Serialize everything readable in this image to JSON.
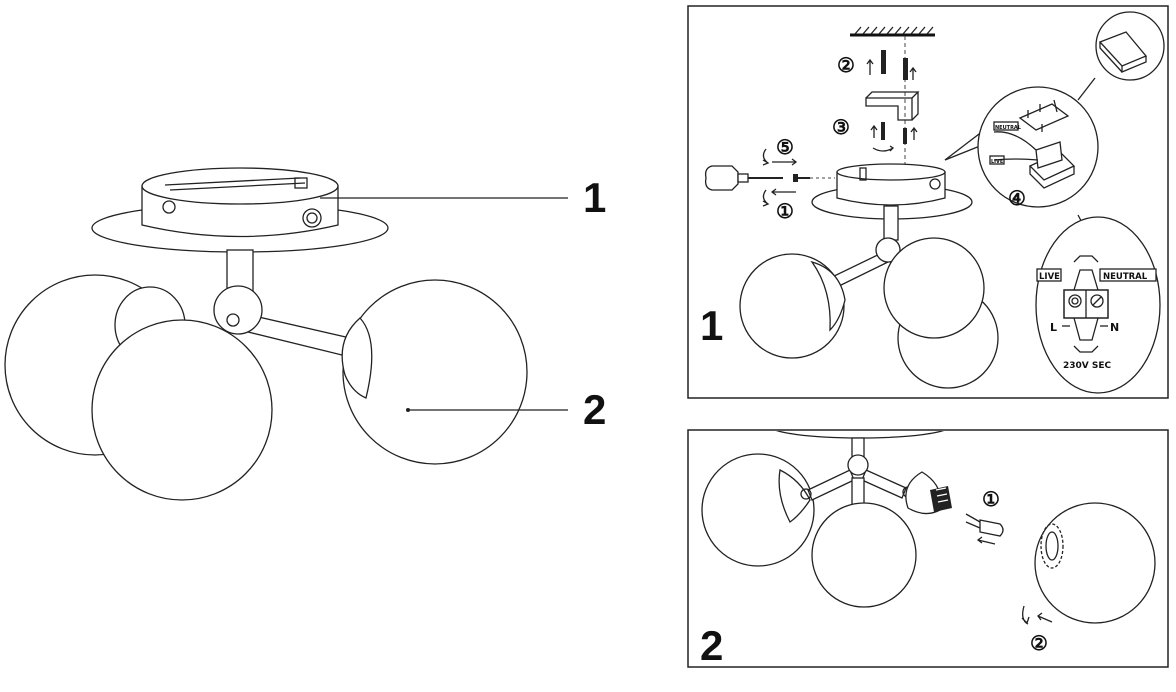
{
  "overview": {
    "callout_1": "1",
    "callout_2": "2"
  },
  "panel_1": {
    "number": "1",
    "step_ceiling_anchor": "②",
    "step_bracket": "③",
    "step_wiring": "④",
    "step_screw_tighten": "⑤",
    "step_screw_loosen": "①",
    "wire_neutral_small": "NEUTRAL",
    "wire_live_small": "LIVE",
    "terminal_live": "LIVE",
    "terminal_neutral": "NEUTRAL",
    "terminal_l": "L",
    "terminal_n": "N",
    "voltage": "230V SEC"
  },
  "panel_2": {
    "number": "2",
    "step_bulb": "①",
    "step_glass": "②"
  }
}
